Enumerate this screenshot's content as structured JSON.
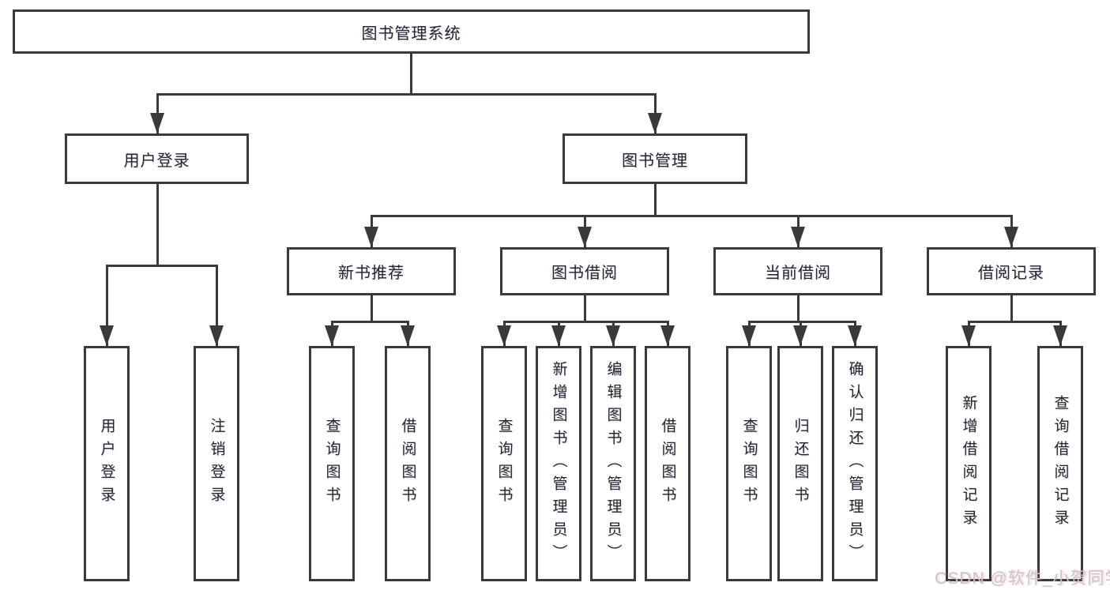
{
  "colors": {
    "line": "#3a3a3a",
    "text": "#26262a",
    "watermark": "#c8c5cc",
    "background": "#ffffff"
  },
  "watermark": {
    "text": "CSDN @软件_小贺同学"
  },
  "tree": {
    "root": {
      "label": "图书管理系统"
    },
    "level2": [
      {
        "label": "用户登录"
      },
      {
        "label": "图书管理"
      }
    ],
    "level3": [
      {
        "label": "新书推荐"
      },
      {
        "label": "图书借阅"
      },
      {
        "label": "当前借阅"
      },
      {
        "label": "借阅记录"
      }
    ],
    "leaves_user_login": [
      "用户登录",
      "注销登录"
    ],
    "leaves_new_books": [
      "查询图书",
      "借阅图书"
    ],
    "leaves_book_borrow": [
      "查询图书",
      "新增图书（管理员）",
      "编辑图书（管理员）",
      "借阅图书"
    ],
    "leaves_current_borrow": [
      "查询图书",
      "归还图书",
      "确认归还（管理员）"
    ],
    "leaves_borrow_records": [
      "新增借阅记录",
      "查询借阅记录"
    ]
  }
}
